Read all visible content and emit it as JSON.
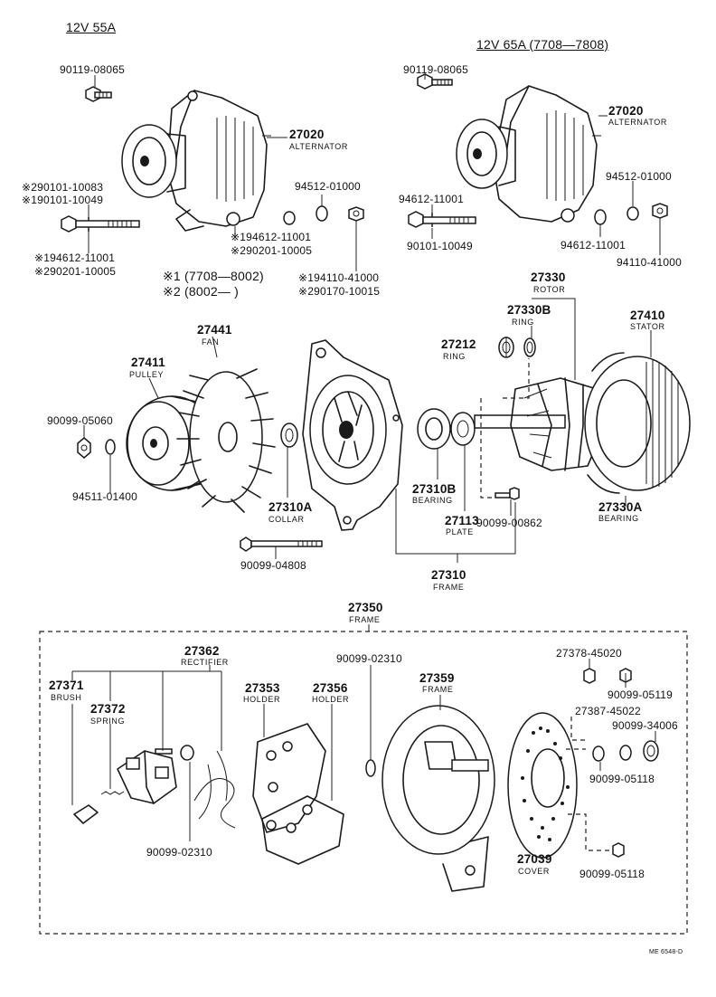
{
  "variants": {
    "left_title": "12V 55A",
    "right_title": "12V 65A (7708—7808)"
  },
  "notes": {
    "star1": "※1 (7708—8002)",
    "star2": "※2 (8002—       )"
  },
  "top_left": {
    "bolt_label": "90119-08065",
    "alt_no": "27020",
    "alt_name": "ALTERNATOR",
    "bolt_a1": "※290101-10083",
    "bolt_a2": "※190101-10049",
    "washer_a1": "※194612-11001",
    "washer_a2": "※290201-10005",
    "washer_b1": "※194612-11001",
    "washer_b2": "※290201-10005",
    "lock_washer": "94512-01000",
    "nut_a1": "※194110-41000",
    "nut_a2": "※290170-10015"
  },
  "top_right": {
    "bolt_label": "90119-08065",
    "alt_no": "27020",
    "alt_name": "ALTERNATOR",
    "lock_washer": "94512-01000",
    "washer_big": "94612-11001",
    "bolt_long": "90101-10049",
    "washer_small": "94612-11001",
    "nut": "94110-41000"
  },
  "middle": {
    "rotor_no": "27330",
    "rotor_name": "ROTOR",
    "ring_b_no": "27330B",
    "ring_b_name": "RING",
    "ring_no": "27212",
    "ring_name": "RING",
    "stator_no": "27410",
    "stator_name": "STATOR",
    "fan_no": "27441",
    "fan_name": "FAN",
    "pulley_no": "27411",
    "pulley_name": "PULLEY",
    "nut": "90099-05060",
    "washer": "94511-01400",
    "collar_no": "27310A",
    "collar_name": "COLLAR",
    "bearing_b_no": "27310B",
    "bearing_b_name": "BEARING",
    "plate_no": "27113",
    "plate_name": "PLATE",
    "screw": "90099-00862",
    "bearing_a_no": "27330A",
    "bearing_a_name": "BEARING",
    "bolt": "90099-04808",
    "frame_no": "27310",
    "frame_name": "FRAME"
  },
  "bottom": {
    "frame_no": "27350",
    "frame_name": "FRAME",
    "rectifier_no": "27362",
    "rectifier_name": "RECTIFIER",
    "brush_no": "27371",
    "brush_name": "BRUSH",
    "spring_no": "27372",
    "spring_name": "SPRING",
    "holder1_no": "27353",
    "holder1_name": "HOLDER",
    "holder2_no": "27356",
    "holder2_name": "HOLDER",
    "washer_top": "90099-02310",
    "rear_frame_no": "27359",
    "rear_frame_name": "FRAME",
    "washer_bottom": "90099-02310",
    "ins_1": "27378-45020",
    "nut_1": "90099-05119",
    "ins_2": "27387-45022",
    "bush": "90099-34006",
    "nut_2": "90099-05118",
    "cover_no": "27039",
    "cover_name": "COVER",
    "nut_3": "90099-05118"
  },
  "drawing_code": "ME 6548-D"
}
